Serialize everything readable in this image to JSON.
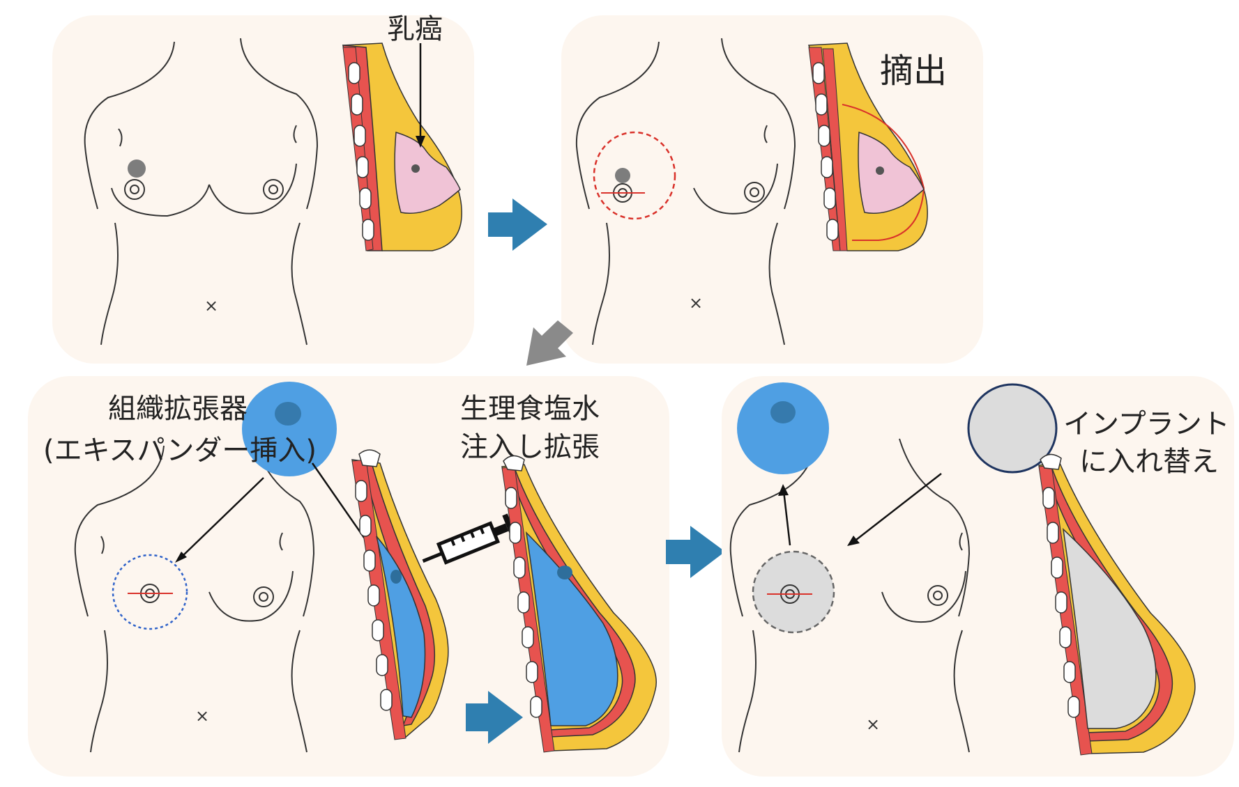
{
  "panels": {
    "p1": {
      "label": "乳癌"
    },
    "p2": {
      "label": "摘出"
    },
    "p3": {
      "label_line1": "組織拡張器",
      "label_line2": "(エキスパンダー挿入)",
      "saline_line1": "生理食塩水",
      "saline_line2": "注入し拡張"
    },
    "p4": {
      "label_line1": "インプラント",
      "label_line2": "に入れ替え"
    }
  },
  "colors": {
    "panel_bg": "#fdf6ef",
    "fat": "#f4c63c",
    "muscle": "#e7534f",
    "gland": "#f0c3d6",
    "expander": "#4f9fe3",
    "implant": "#dcdcdc",
    "arrow": "#2f7fb0",
    "arrow_gray": "#8a8a8a",
    "incision_red": "#d9312a",
    "incision_blue": "#2f62c9"
  },
  "icons": [
    "arrow-right-icon",
    "arrow-down-left-icon",
    "syringe-icon"
  ]
}
